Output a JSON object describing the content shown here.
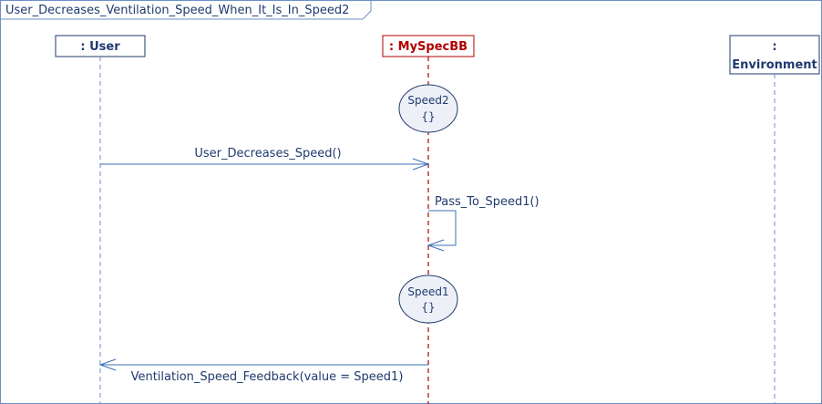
{
  "frame": {
    "title": "User_Decreases_Ventilation_Speed_When_It_Is_In_Speed2"
  },
  "lifelines": {
    "user": {
      "label": ": User"
    },
    "spec": {
      "label": ": MySpecBB"
    },
    "env": {
      "label_line1": ":",
      "label_line2": "Environment"
    }
  },
  "states": {
    "speed2": {
      "name": "Speed2",
      "body": "{}"
    },
    "speed1": {
      "name": "Speed1",
      "body": "{}"
    }
  },
  "messages": {
    "m1": {
      "label": "User_Decreases_Speed()"
    },
    "m2": {
      "label": "Pass_To_Speed1()"
    },
    "m3": {
      "label": "Ventilation_Speed_Feedback(value = Speed1)"
    }
  },
  "colors": {
    "frame": "#6b8fc7",
    "lifeline_normal": "#1f3a6e",
    "lifeline_spec": "#b00000",
    "message": "#3d6fb5",
    "state_fill": "#eef0f8"
  }
}
